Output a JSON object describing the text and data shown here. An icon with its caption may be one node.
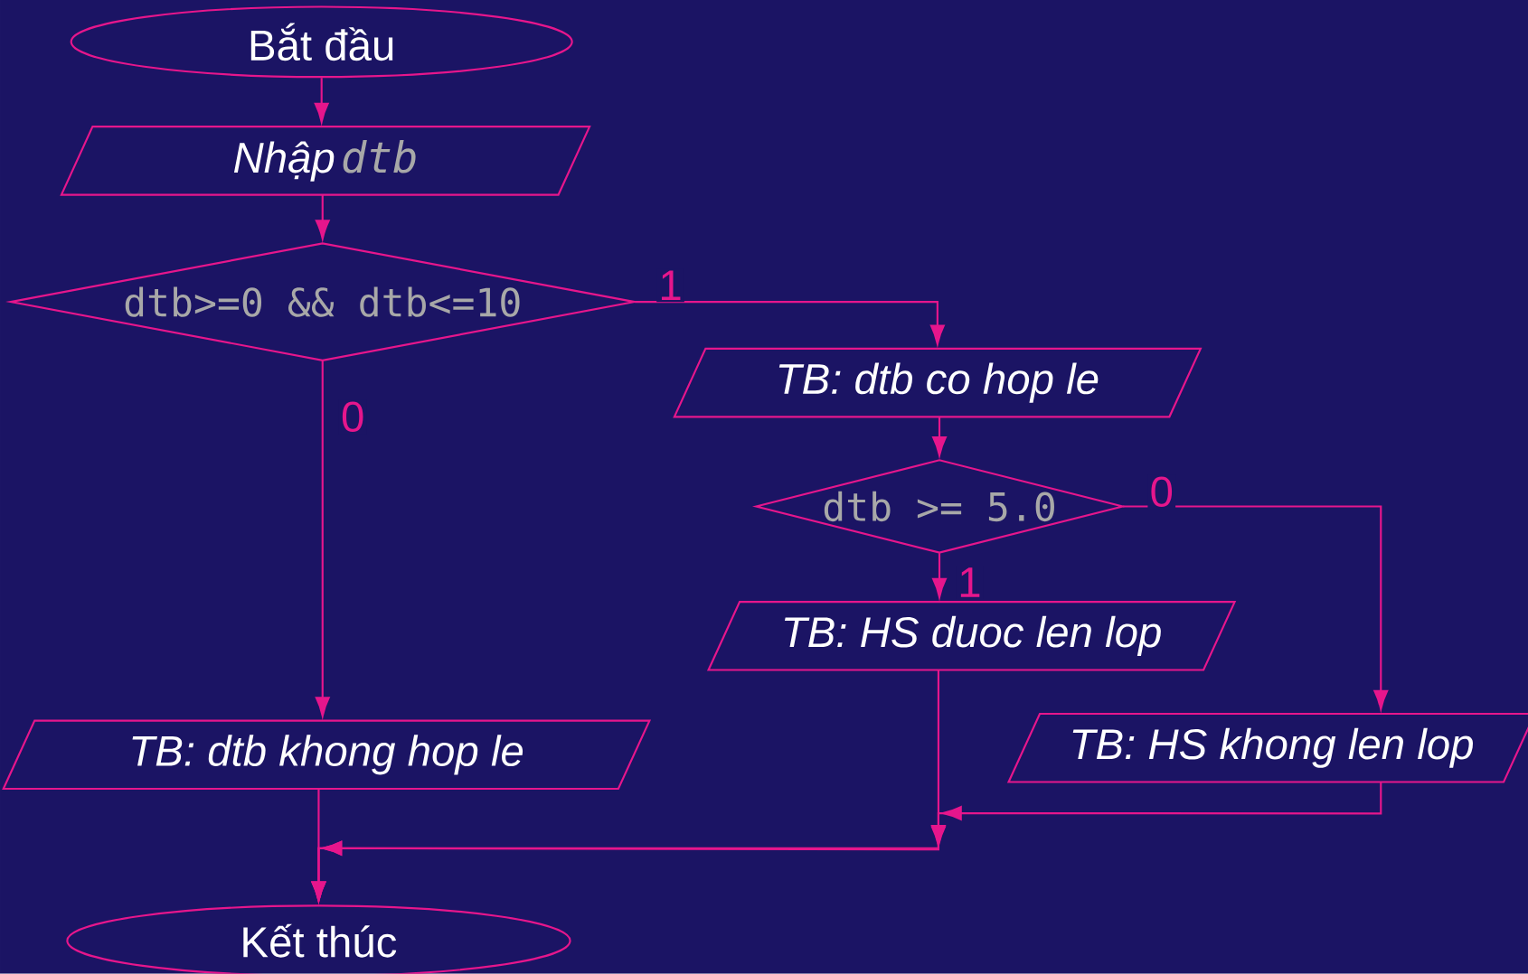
{
  "diagram": {
    "nodes": [
      {
        "text": [
          "Bắt đầu"
        ]
      },
      {
        "text": [
          "Nhập",
          "dtb"
        ]
      },
      {
        "text": [
          "dtb>=0 && dtb<=10"
        ]
      },
      {
        "text": [
          "TB: dtb co hop le"
        ]
      },
      {
        "text": [
          "dtb >= 5.0"
        ]
      },
      {
        "text": [
          "TB: HS duoc len lop"
        ]
      },
      {
        "text": [
          "TB: HS khong len lop"
        ]
      },
      {
        "text": [
          "TB: dtb khong hop le"
        ]
      },
      {
        "text": [
          "Kết thúc"
        ]
      }
    ],
    "edges": [
      {
        "from": 0,
        "to": 1,
        "arrow": "to"
      },
      {
        "from": 1,
        "to": 2,
        "arrow": "to"
      },
      {
        "from": 2,
        "to": 3,
        "arrow": "to",
        "label": "1"
      },
      {
        "from": 2,
        "to": 7,
        "arrow": "to",
        "label": "0"
      },
      {
        "from": 3,
        "to": 4,
        "arrow": "to"
      },
      {
        "from": 4,
        "to": 5,
        "arrow": "to",
        "label": "1"
      },
      {
        "from": 4,
        "to": 6,
        "arrow": "to",
        "label": "0"
      },
      {
        "from": 5,
        "to": 8,
        "arrow": "to"
      },
      {
        "from": 6,
        "to": 8,
        "arrow": "to"
      },
      {
        "from": 7,
        "to": 8,
        "arrow": "to"
      }
    ]
  }
}
